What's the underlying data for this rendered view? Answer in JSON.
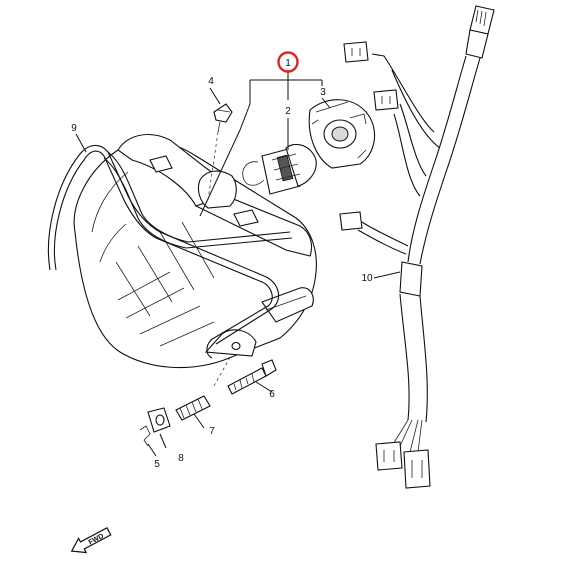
{
  "diagram": {
    "highlight_color": "#d9262c",
    "line_color": "#111111",
    "background_color": "#ffffff",
    "callouts": [
      {
        "id": "callout-1",
        "text": "1",
        "highlighted": true
      },
      {
        "id": "callout-2",
        "text": "2"
      },
      {
        "id": "callout-3",
        "text": "3"
      },
      {
        "id": "callout-4",
        "text": "4"
      },
      {
        "id": "callout-5",
        "text": "5"
      },
      {
        "id": "callout-6",
        "text": "6"
      },
      {
        "id": "callout-7",
        "text": "7"
      },
      {
        "id": "callout-8",
        "text": "8"
      },
      {
        "id": "callout-9",
        "text": "9"
      },
      {
        "id": "callout-10",
        "text": "10"
      }
    ],
    "fwd_badge": {
      "text": "FWD"
    }
  }
}
